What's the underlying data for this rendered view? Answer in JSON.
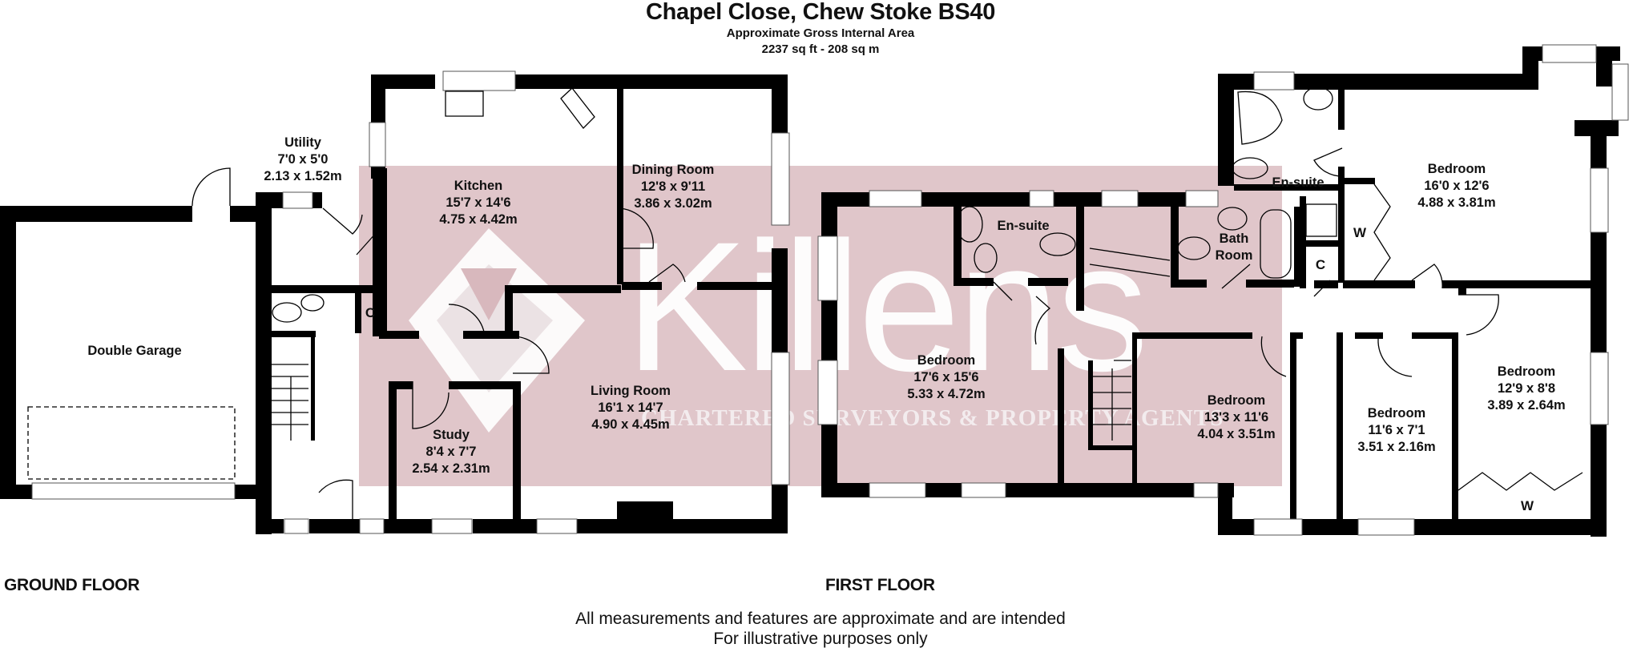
{
  "header": {
    "title": "Chapel Close, Chew Stoke BS40",
    "subtitle": "Approximate Gross Internal Area",
    "area": "2237 sq ft - 208 sq m"
  },
  "watermark": {
    "brand": "Killens",
    "tagline": "CHARTERED SURVEYORS & PROPERTY AGENTS",
    "color": "#e0c6ca"
  },
  "floors": {
    "ground": {
      "label": "GROUND FLOOR",
      "rooms": [
        {
          "name": "Utility",
          "imperial": "7'0 x 5'0",
          "metric": "2.13 x 1.52m"
        },
        {
          "name": "Double Garage",
          "imperial": "",
          "metric": ""
        },
        {
          "name": "Kitchen",
          "imperial": "15'7 x 14'6",
          "metric": "4.75 x 4.42m"
        },
        {
          "name": "Dining Room",
          "imperial": "12'8 x 9'11",
          "metric": "3.86 x 3.02m"
        },
        {
          "name": "Living Room",
          "imperial": "16'1 x 14'7",
          "metric": "4.90 x 4.45m"
        },
        {
          "name": "Study",
          "imperial": "8'4 x 7'7",
          "metric": "2.54 x 2.31m"
        }
      ],
      "tags": [
        "C"
      ]
    },
    "first": {
      "label": "FIRST FLOOR",
      "rooms": [
        {
          "name": "Bedroom",
          "imperial": "17'6 x 15'6",
          "metric": "5.33 x 4.72m"
        },
        {
          "name": "En-suite",
          "imperial": "",
          "metric": ""
        },
        {
          "name": "Bath Room",
          "imperial": "",
          "metric": ""
        },
        {
          "name": "En-suite",
          "imperial": "",
          "metric": ""
        },
        {
          "name": "Bedroom",
          "imperial": "16'0 x 12'6",
          "metric": "4.88 x 3.81m"
        },
        {
          "name": "Bedroom",
          "imperial": "13'3 x 11'6",
          "metric": "4.04 x 3.51m"
        },
        {
          "name": "Bedroom",
          "imperial": "11'6 x 7'1",
          "metric": "3.51 x 2.16m"
        },
        {
          "name": "Bedroom",
          "imperial": "12'9 x 8'8",
          "metric": "3.89 x 2.64m"
        }
      ],
      "tags": [
        "C",
        "W",
        "W"
      ]
    }
  },
  "footer": {
    "line1": "All measurements and features are approximate and are intended",
    "line2": "For illustrative purposes only"
  }
}
